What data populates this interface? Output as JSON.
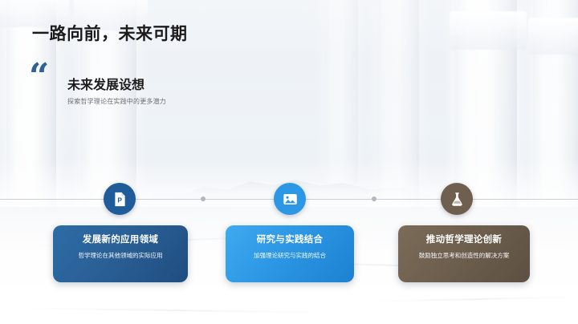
{
  "slide": {
    "title": "一路向前，未来可期",
    "quote": {
      "mark": "“",
      "heading": "未来发展设想",
      "subtitle": "探索哲学理论在实践中的更多潜力"
    },
    "timeline": {
      "dots": [
        "dot-1",
        "dot-2"
      ]
    },
    "cards": [
      {
        "icon": "presentation-file-icon",
        "icon_letter": "P",
        "icon_color": "#1f5c99",
        "title": "发展新的应用领域",
        "description": "哲学理论在其他领域的实际应用",
        "color": "#2a6096"
      },
      {
        "icon": "image-picture-icon",
        "icon_letter": "",
        "icon_color": "#2c97e4",
        "title": "研究与实践结合",
        "description": "加强理论研究与实践的结合",
        "color": "#2c97e4"
      },
      {
        "icon": "flask-beaker-icon",
        "icon_letter": "",
        "icon_color": "#6e5f4e",
        "title": "推动哲学理论创新",
        "description": "鼓励独立思考和创造性的解决方案",
        "color": "#6e5f4e"
      }
    ]
  }
}
